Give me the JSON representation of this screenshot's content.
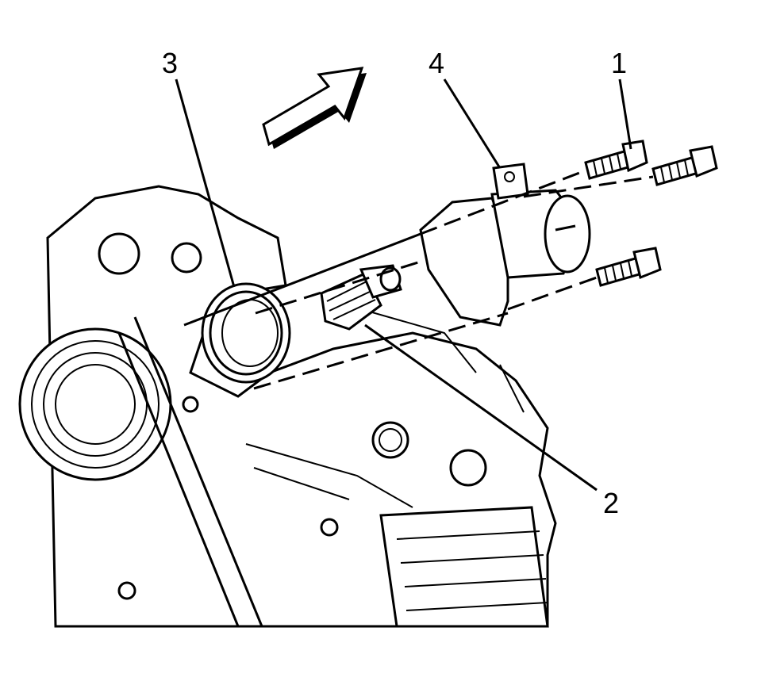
{
  "diagram": {
    "callouts": [
      {
        "id": "1",
        "text": "1",
        "part": "bolt"
      },
      {
        "id": "2",
        "text": "2",
        "part": "thermostat"
      },
      {
        "id": "3",
        "text": "3",
        "part": "seal"
      },
      {
        "id": "4",
        "text": "4",
        "part": "thermostat-housing"
      }
    ],
    "direction_arrow": "front-arrow-icon"
  }
}
